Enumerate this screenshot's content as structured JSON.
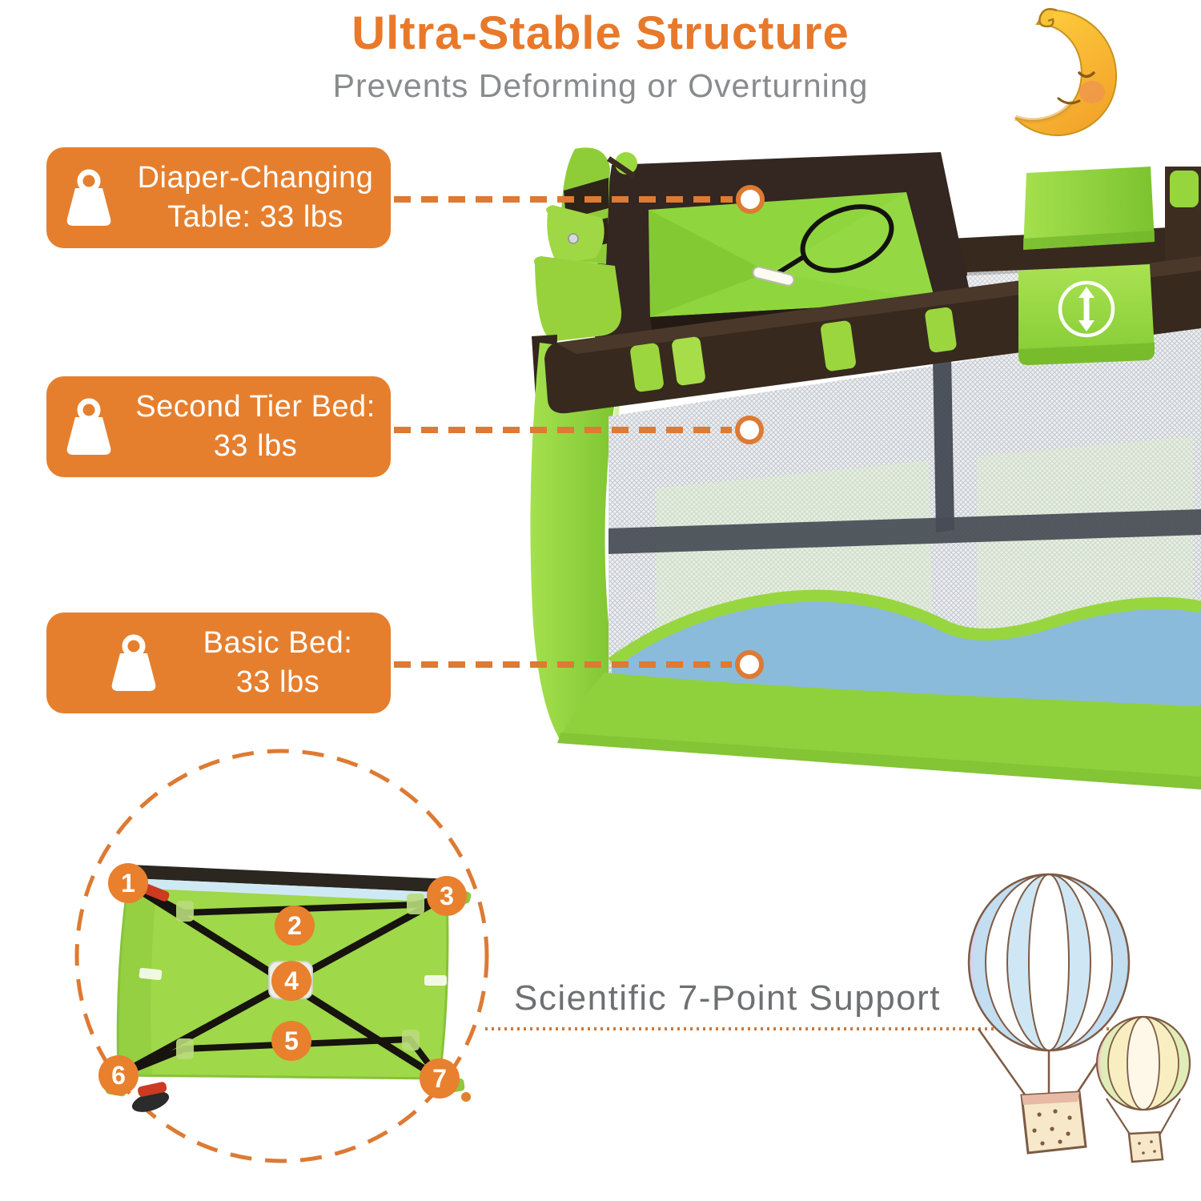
{
  "header": {
    "title": "Ultra-Stable Structure",
    "subtitle": "Prevents Deforming or Overturning"
  },
  "callouts": [
    {
      "icon": "weight-icon",
      "line1": "Diaper-Changing",
      "line2": "Table: 33 lbs"
    },
    {
      "icon": "weight-icon",
      "line1": "Second Tier Bed:",
      "line2": "33 lbs"
    },
    {
      "icon": "weight-icon",
      "line1": "Basic Bed:",
      "line2": "33 lbs"
    }
  ],
  "support": {
    "caption": "Scientific 7-Point Support",
    "points": [
      {
        "label": "1"
      },
      {
        "label": "2"
      },
      {
        "label": "3"
      },
      {
        "label": "4"
      },
      {
        "label": "5"
      },
      {
        "label": "6"
      },
      {
        "label": "7"
      }
    ]
  },
  "product": {
    "height_adjust_icon": "up-down-arrow"
  },
  "colors": {
    "accent_orange": "#e57f2e",
    "dash_orange": "#dd7a33",
    "crib_green": "#8fd23e",
    "crib_brown": "#38291e",
    "wave_blue": "#8abbdb",
    "subtitle_gray": "#8a8b8d",
    "caption_gray": "#6e7072"
  }
}
